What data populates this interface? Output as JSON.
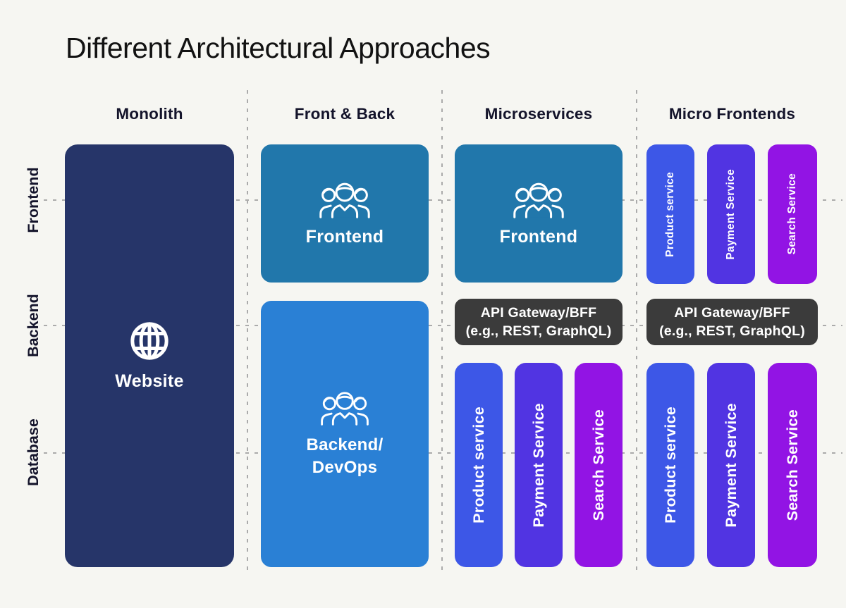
{
  "title": "Different Architectural Approaches",
  "row_labels": [
    "Frontend",
    "Backend",
    "Database"
  ],
  "columns": [
    {
      "header": "Monolith"
    },
    {
      "header": "Front & Back"
    },
    {
      "header": "Microservices"
    },
    {
      "header": "Micro Frontends"
    }
  ],
  "monolith": {
    "icon": "globe-icon",
    "label": "Website"
  },
  "front_back": {
    "icon": "team-icon",
    "frontend_label": "Frontend",
    "backend_line1": "Backend/",
    "backend_line2": "DevOps"
  },
  "microservices": {
    "icon": "team-icon",
    "frontend_label": "Frontend",
    "api_line1": "API Gateway/BFF",
    "api_line2": "(e.g., REST, GraphQL)",
    "services": [
      "Product service",
      "Payment Service",
      "Search Service"
    ]
  },
  "micro_frontends": {
    "top_services": [
      "Product service",
      "Payment Service",
      "Search Service"
    ],
    "api_line1": "API Gateway/BFF",
    "api_line2": "(e.g., REST, GraphQL)",
    "bottom_services": [
      "Product service",
      "Payment Service",
      "Search Service"
    ]
  },
  "colors": {
    "background": "#f6f6f2",
    "monolith_navy": "#263569",
    "frontend_teal": "#2177ab",
    "backend_blue": "#2a80d5",
    "api_dark": "#3b3b3b",
    "product_blue": "#3d57e7",
    "payment_indigo": "#5134e2",
    "search_purple": "#9214e4",
    "dash_gray": "#ababab",
    "text_dark": "#14142b",
    "text_white": "#ffffff"
  }
}
